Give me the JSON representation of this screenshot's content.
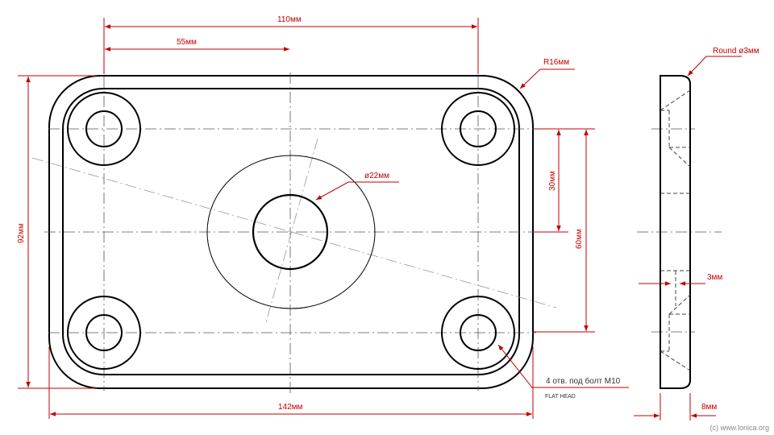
{
  "colors": {
    "outline": "#000000",
    "dimension": "#c00000",
    "centerline": "#777777",
    "hidden": "#888888"
  },
  "dimensions": {
    "hole_spacing_x": "110мм",
    "half_spacing_x": "55мм",
    "corner_radius": "R16мм",
    "center_hole_dia": "ø22мм",
    "hole_spacing_y_half": "30мм",
    "hole_spacing_y": "60мм",
    "overall_height": "92мм",
    "overall_width": "142мм",
    "edge_round": "Round ø3мм",
    "counterbore_depth": "3мм",
    "thickness": "8мм"
  },
  "notes": {
    "holes": "4 отв. под болт  M10",
    "head_type": "FLAT HEAD"
  },
  "credit": "(c) www.lonica.org"
}
